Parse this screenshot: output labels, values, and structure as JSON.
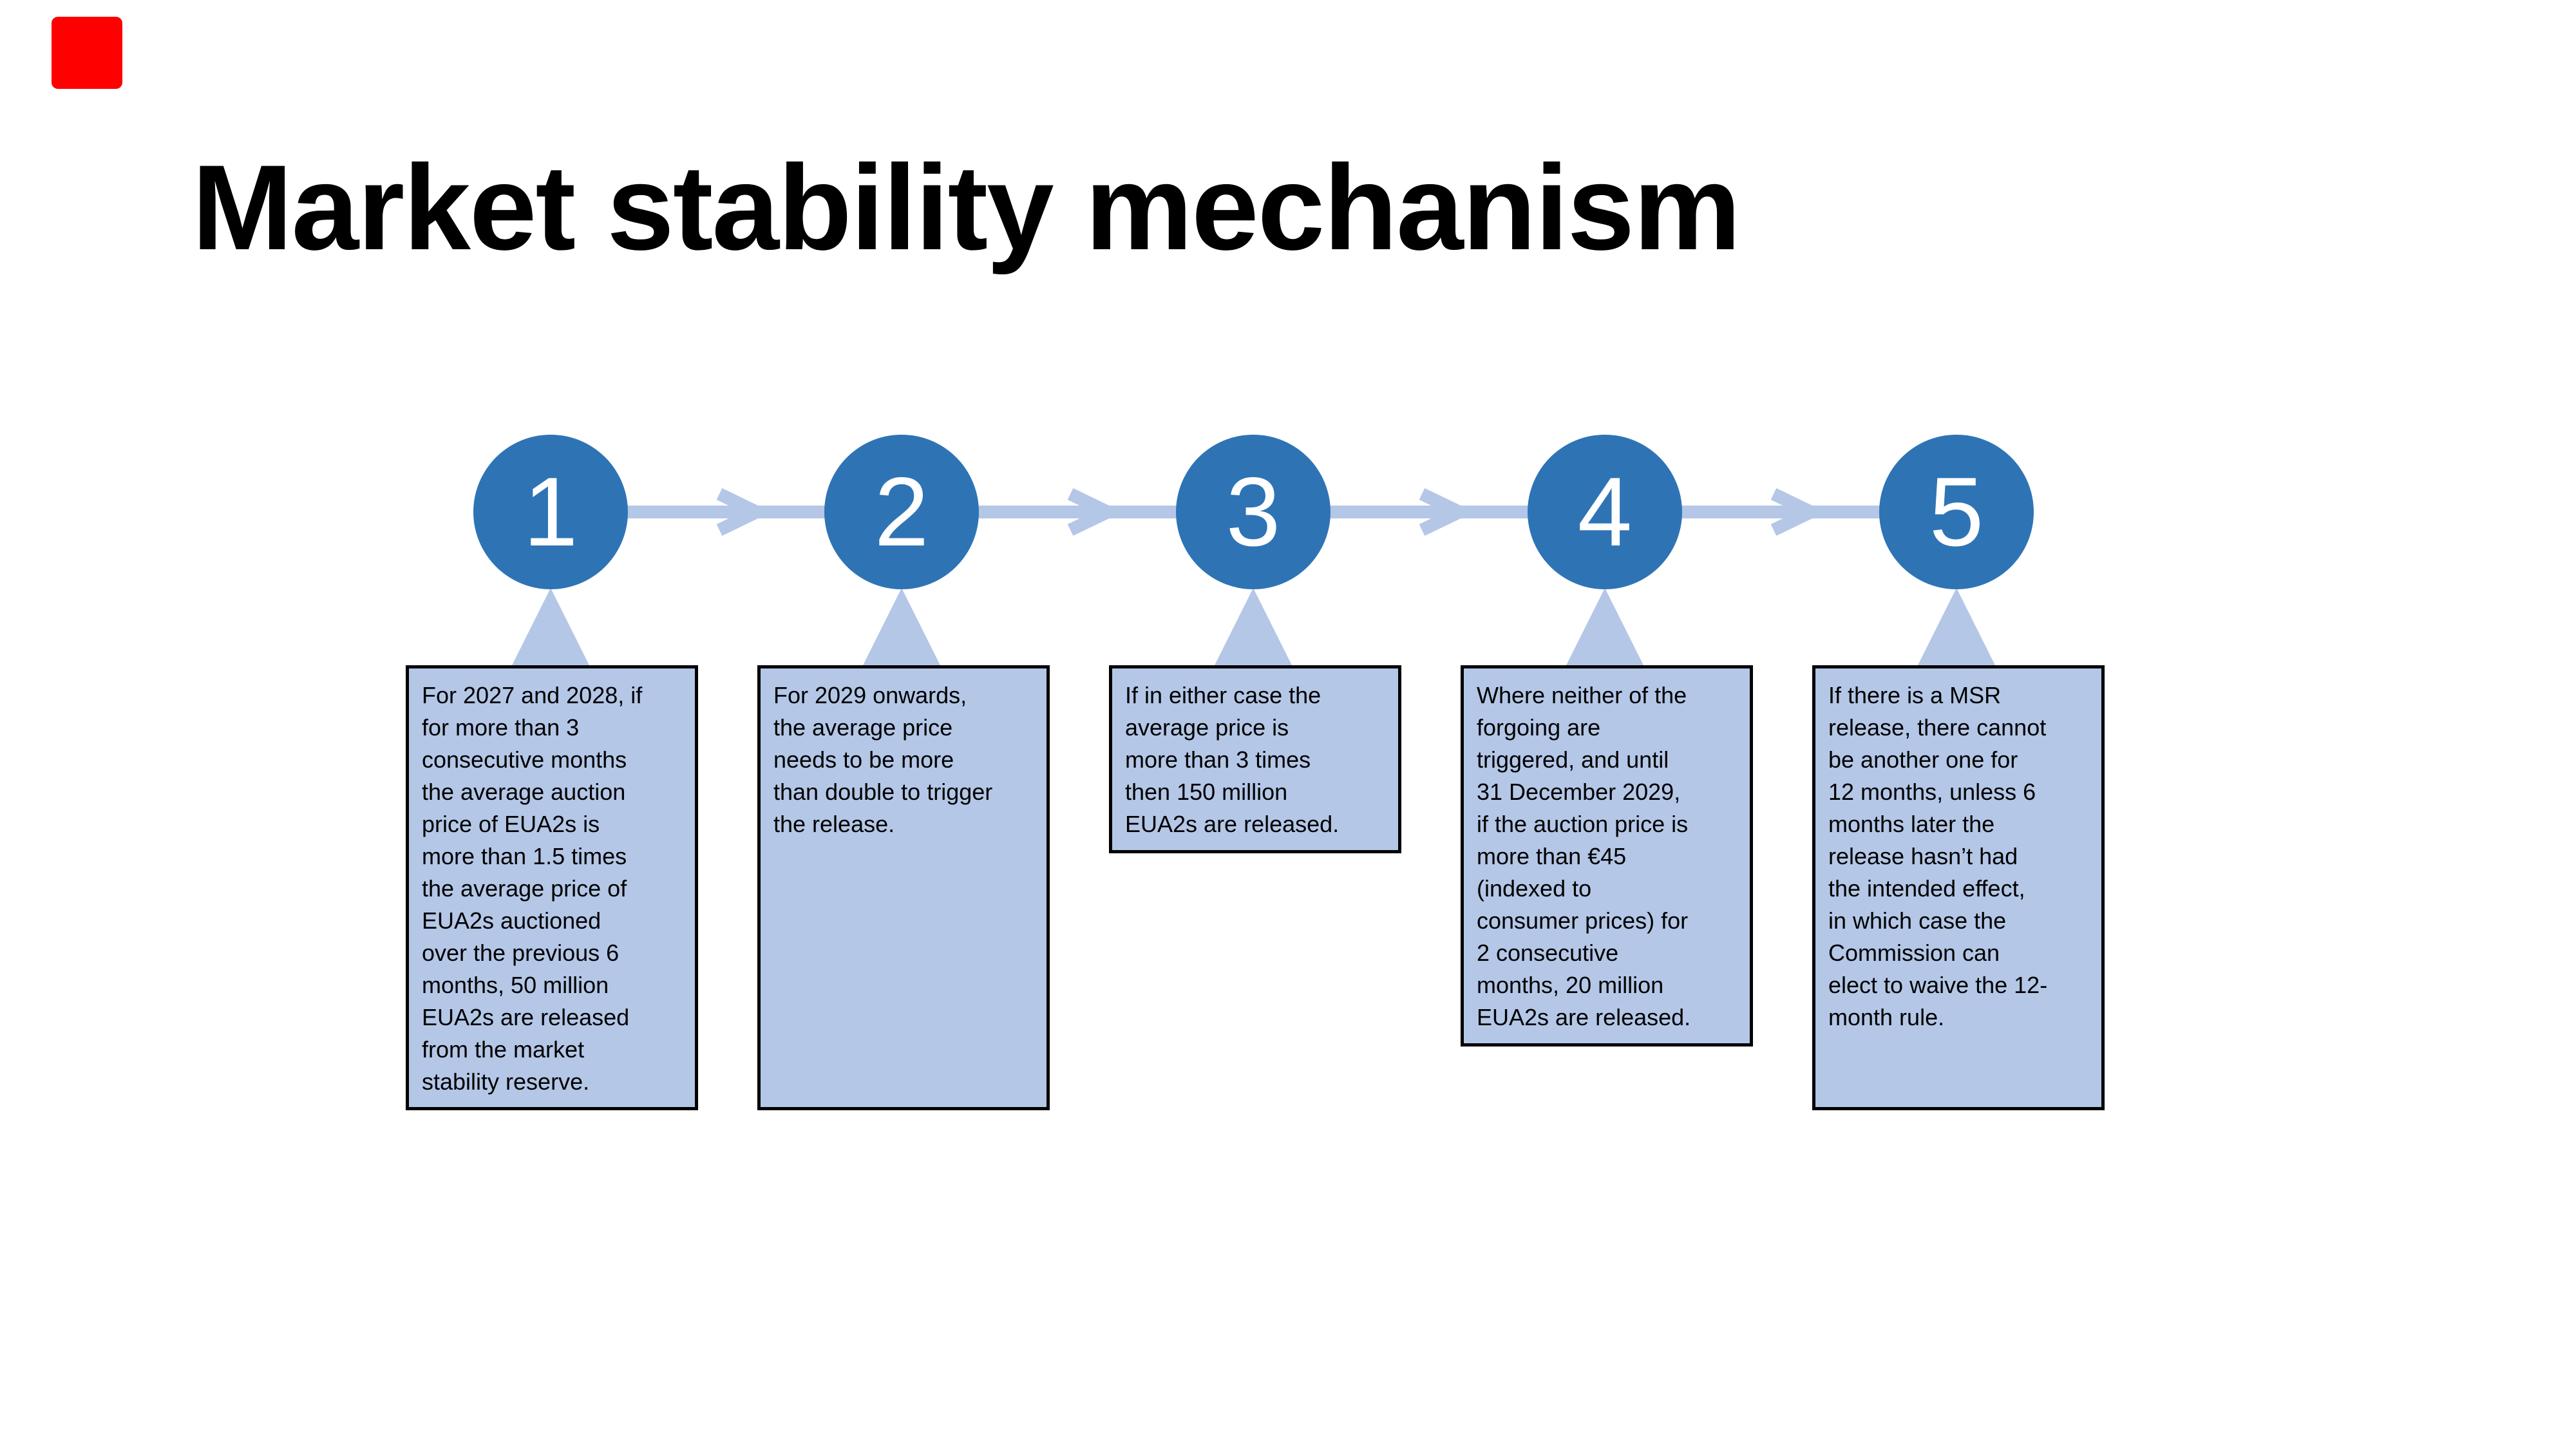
{
  "slide": {
    "title": "Market stability mechanism",
    "background_color": "#ffffff",
    "title_color": "#000000",
    "accent_blue": "#2e74b5",
    "light_blue": "#b4c7e7",
    "box_border_color": "#000000",
    "box_text_color": "#000000",
    "red_block_color": "#ff0000"
  },
  "steps": [
    {
      "number": "1",
      "description": "For 2027 and 2028, if\nfor more than 3\nconsecutive months\nthe average auction\nprice of EUA2s is\nmore than 1.5 times\nthe average price of\nEUA2s auctioned\nover the previous 6\nmonths, 50 million\nEUA2s are released\nfrom the market\nstability reserve."
    },
    {
      "number": "2",
      "description": "For 2029 onwards,\nthe average price\nneeds to be more\nthan double to trigger\nthe release."
    },
    {
      "number": "3",
      "description": "If in either case the\naverage price is\nmore than 3 times\nthen 150 million\nEUA2s are released."
    },
    {
      "number": "4",
      "description": "Where neither of the\nforgoing are\ntriggered, and until\n31 December 2029,\nif the auction price is\nmore than €45\n(indexed to\nconsumer prices) for\n2 consecutive\nmonths, 20 million\nEUA2s are released."
    },
    {
      "number": "5",
      "description": "If there is a MSR\nrelease, there cannot\nbe another one for\n12 months, unless 6\nmonths later the\nrelease hasn’t had\nthe intended effect,\nin which case the\nCommission can\nelect to waive the 12-\nmonth rule."
    }
  ]
}
